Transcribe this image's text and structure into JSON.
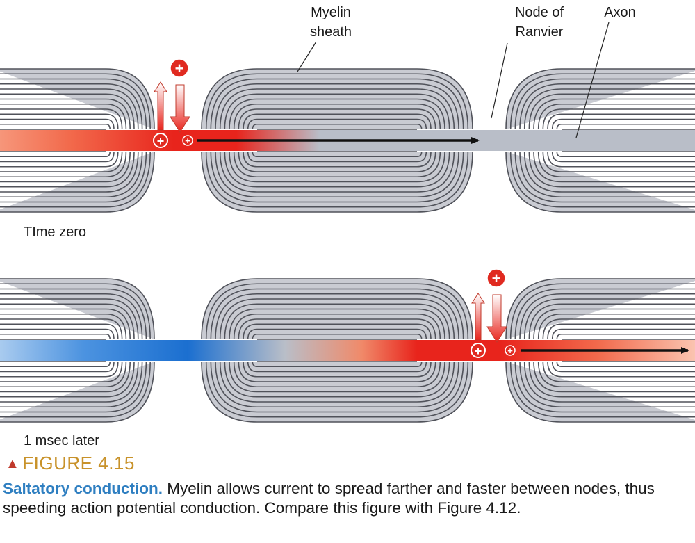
{
  "labels": {
    "myelin_line1": "Myelin",
    "myelin_line2": "sheath",
    "node_line1": "Node of",
    "node_line2": "Ranvier",
    "axon": "Axon",
    "panel1": "TIme zero",
    "panel2": "1 msec later"
  },
  "charge_symbol": "+",
  "figure": {
    "number": "FIGURE 4.15",
    "caption_lead": "Saltatory conduction.",
    "caption_text": " Myelin allows current to spread farther and faster between nodes, thus speeding action potential conduction. Compare this figure with Figure 4.12."
  },
  "colors": {
    "myelin_fill": "#c9cbd2",
    "myelin_lines": "#50525a",
    "axon_resting": "#b9bec8",
    "depolarized": "#e8241c",
    "repolarized": "#1b6fd0",
    "arrow": "#111111",
    "title": "#c8922a",
    "caption_lead": "#2f7fc1"
  }
}
